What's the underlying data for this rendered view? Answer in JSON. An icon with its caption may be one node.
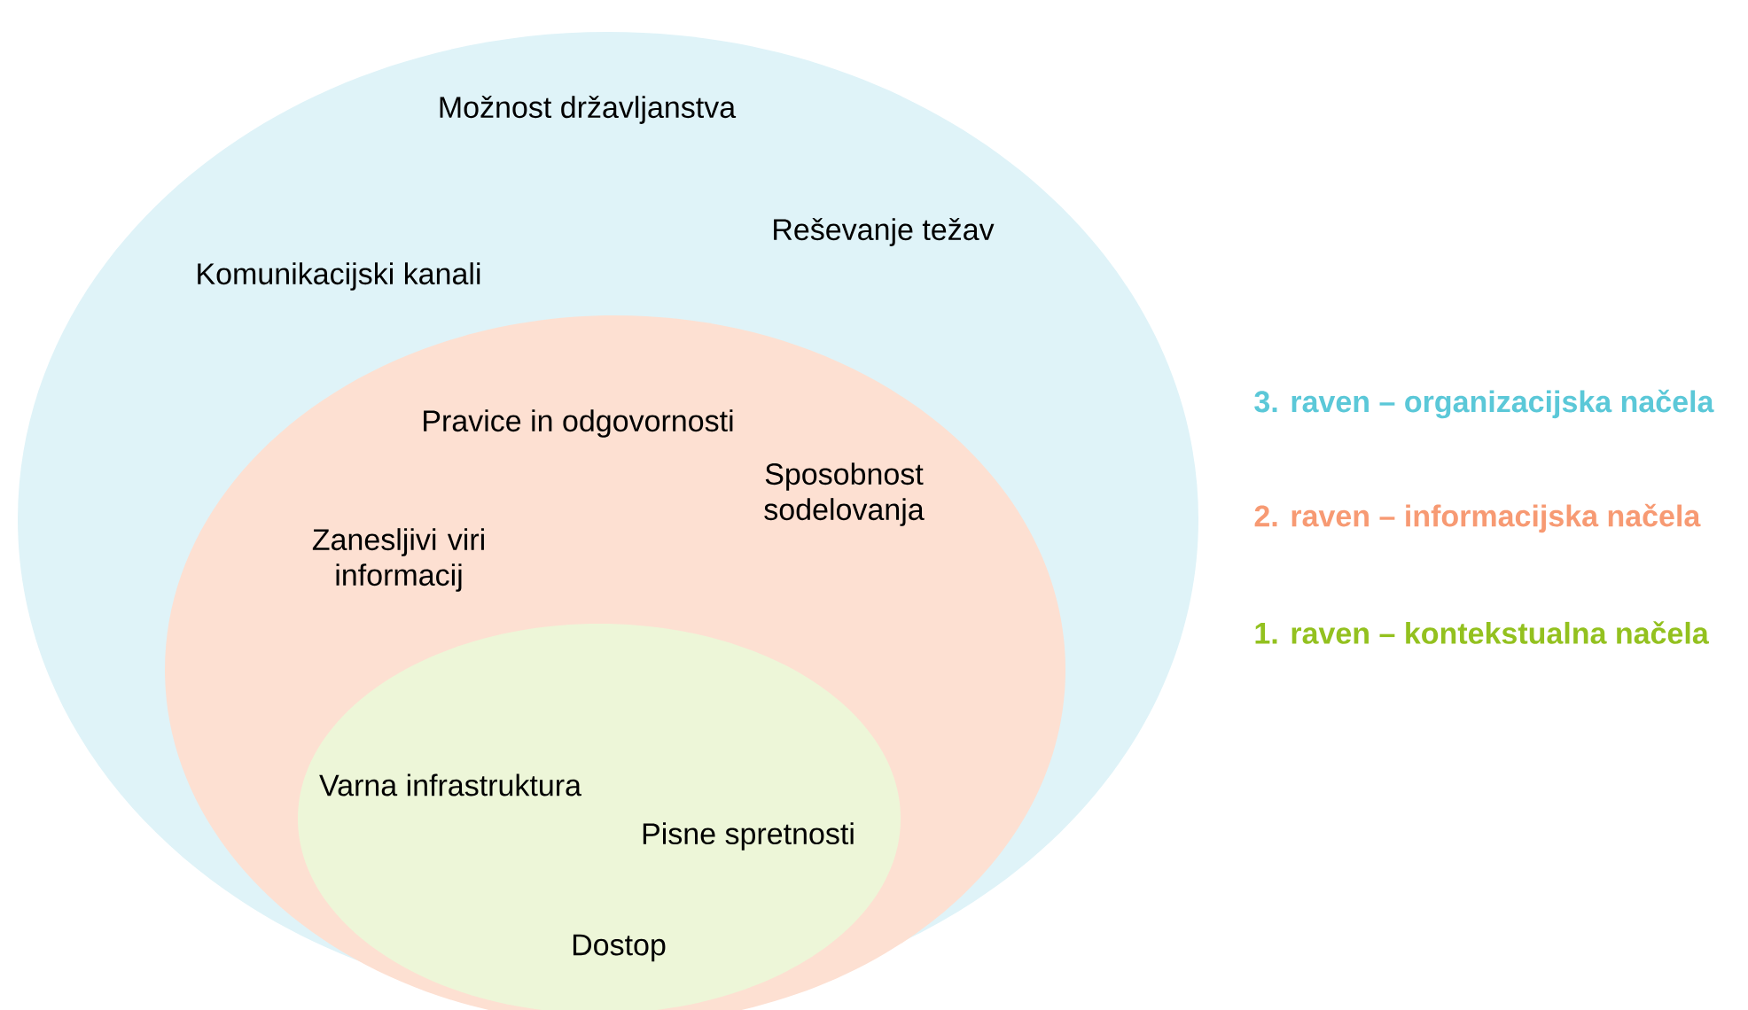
{
  "diagram": {
    "nodes": [
      {
        "text": [
          "Možnost državljanstva",
          "Reševanje težav",
          "Komunikacijski kanali"
        ]
      },
      {
        "text": [
          "Pravice in odgovornosti",
          "Sposobnost sodelovanja",
          "Zanesljivi viri informacij"
        ],
        "in": 0
      },
      {
        "text": [
          "Varna infrastruktura",
          "Pisne spretnosti",
          "Dostop"
        ],
        "in": 1
      }
    ],
    "legend": [
      {
        "text": "3. raven – organizacijska načela",
        "color": "#5bc8d8"
      },
      {
        "text": "2. raven – informacijska načela",
        "color": "#f79a73"
      },
      {
        "text": "1. raven – kontekstualna načela",
        "color": "#93c11f"
      }
    ]
  }
}
